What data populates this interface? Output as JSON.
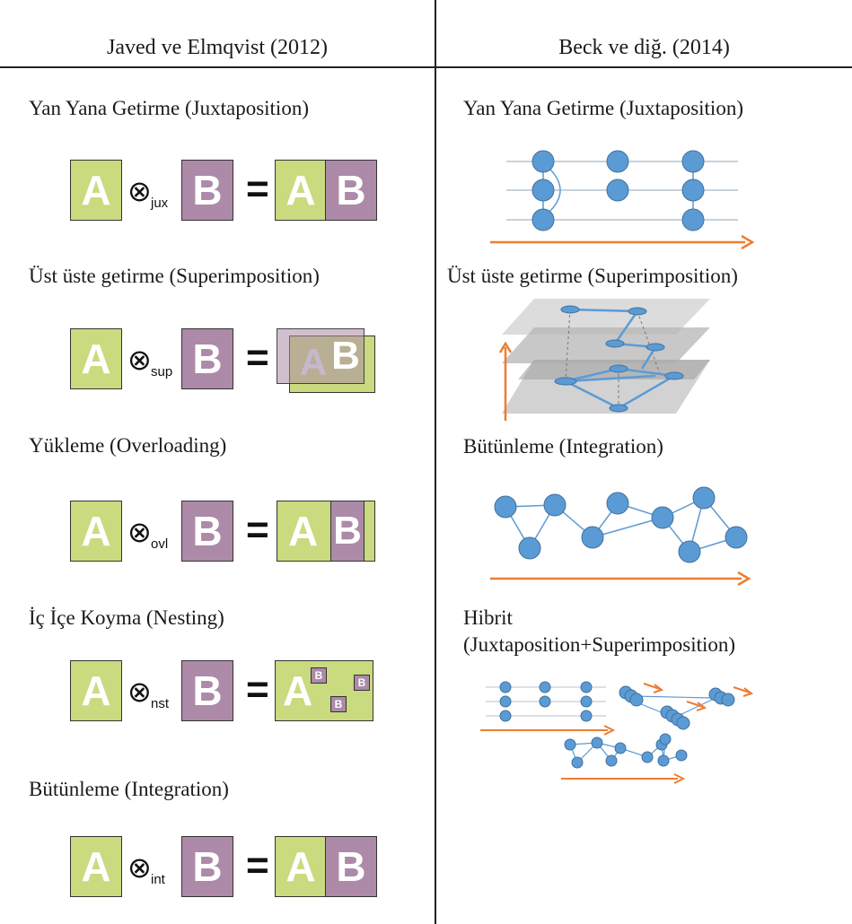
{
  "header": {
    "left_title": "Javed ve Elmqvist (2012)",
    "right_title": "Beck ve diğ. (2014)"
  },
  "left_sections": [
    {
      "title": "Yan Yana Getirme (Juxtaposition)",
      "sub": "jux"
    },
    {
      "title": "Üst üste getirme (Superimposition)",
      "sub": "sup"
    },
    {
      "title": "Yükleme (Overloading)",
      "sub": "ovl"
    },
    {
      "title": "İç İçe Koyma (Nesting)",
      "sub": "nst"
    },
    {
      "title": "Bütünleme (Integration)",
      "sub": "int"
    }
  ],
  "right_sections": [
    {
      "title": "Yan Yana Getirme (Juxtaposition)"
    },
    {
      "title": "Üst üste getirme (Superimposition)"
    },
    {
      "title": "Bütünleme (Integration)"
    },
    {
      "title_line1": "Hibrit",
      "title_line2": "(Juxtaposition+Superimposition)"
    }
  ],
  "glyphs": {
    "a": "A",
    "b": "B",
    "operator": "⊗",
    "equals": "="
  },
  "colors": {
    "green": "#c9db7e",
    "purple": "#ac8aa8",
    "node": "#5b9bd5",
    "arrow": "#ed7d31"
  }
}
